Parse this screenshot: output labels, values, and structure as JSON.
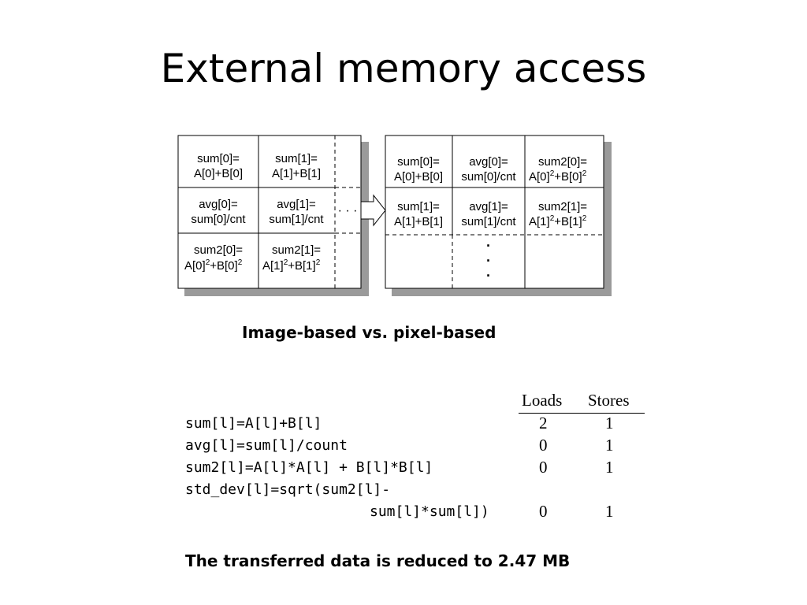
{
  "title": "External memory access",
  "left_grid": {
    "cells": [
      [
        "sum[0]=",
        "A[0]+B[0]"
      ],
      [
        "sum[1]=",
        "A[1]+B[1]"
      ],
      [
        "avg[0]=",
        "sum[0]/cnt"
      ],
      [
        "avg[1]=",
        "sum[1]/cnt"
      ],
      [
        "sum2[0]=",
        "A[0]",
        "2",
        "+B[0]",
        "2"
      ],
      [
        "sum2[1]=",
        "A[1]",
        "2",
        "+B[1]",
        "2"
      ]
    ],
    "ellipsis": "· · ·"
  },
  "right_grid": {
    "cells": [
      [
        "sum[0]=",
        "A[0]+B[0]"
      ],
      [
        "avg[0]=",
        "sum[0]/cnt"
      ],
      [
        "sum2[0]=",
        "A[0]",
        "2",
        "+B[0]",
        "2"
      ],
      [
        "sum[1]=",
        "A[1]+B[1]"
      ],
      [
        "avg[1]=",
        "sum[1]/cnt"
      ],
      [
        "sum2[1]=",
        "A[1]",
        "2",
        "+B[1]",
        "2"
      ]
    ],
    "vdots": "·"
  },
  "caption": "Image-based vs. pixel-based",
  "table": {
    "headers": [
      "Loads",
      "Stores"
    ],
    "rows": [
      {
        "code": "sum[l]=A[l]+B[l]",
        "loads": "2",
        "stores": "1"
      },
      {
        "code": "avg[l]=sum[l]/count",
        "loads": "0",
        "stores": "1"
      },
      {
        "code": "sum2[l]=A[l]*A[l] + B[l]*B[l]",
        "loads": "0",
        "stores": "1"
      },
      {
        "code": "std_dev[l]=sqrt(sum2[l]-",
        "code2": "sum[l]*sum[l])",
        "loads": "0",
        "stores": "1"
      }
    ]
  },
  "summary": "The transferred data is reduced to 2.47 MB"
}
